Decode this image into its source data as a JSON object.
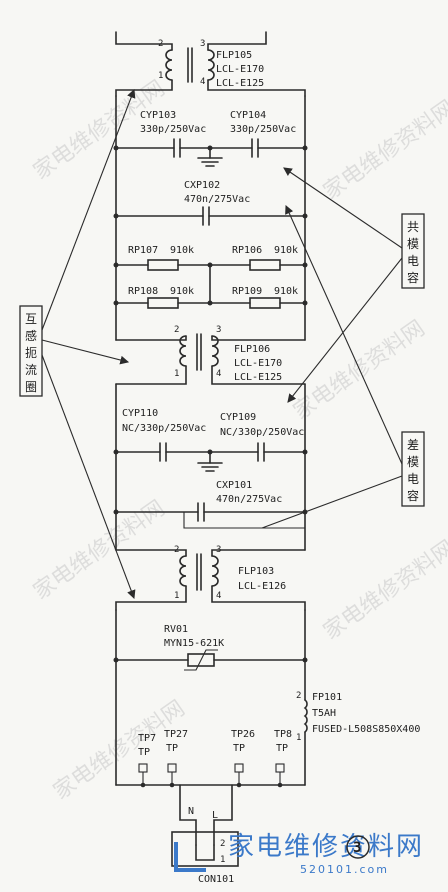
{
  "watermarks": [
    "家电维修资料网",
    "家电维修资料网",
    "家电维修资料网",
    "家电维修资料网",
    "家电维修资料网",
    "家电维修资料网"
  ],
  "brand": {
    "name": "家电维修资料网",
    "url": "520101.com"
  },
  "sheet_number": "3",
  "annotations": {
    "mutual_choke": [
      "互",
      "感",
      "扼",
      "流",
      "圈"
    ],
    "common_cap": [
      "共",
      "模",
      "电",
      "容"
    ],
    "diff_cap": [
      "差",
      "模",
      "电",
      "容"
    ]
  },
  "flp105": {
    "ref": "FLP105",
    "line1": "LCL-E170",
    "line2": "LCL-E125",
    "p1": "1",
    "p2": "2",
    "p3": "3",
    "p4": "4"
  },
  "cyp103": {
    "ref": "CYP103",
    "value": "330p/250Vac"
  },
  "cyp104": {
    "ref": "CYP104",
    "value": "330p/250Vac"
  },
  "cxp102": {
    "ref": "CXP102",
    "value": "470n/275Vac"
  },
  "rp107": {
    "ref": "RP107",
    "value": "910k"
  },
  "rp106": {
    "ref": "RP106",
    "value": "910k"
  },
  "rp108": {
    "ref": "RP108",
    "value": "910k"
  },
  "rp109": {
    "ref": "RP109",
    "value": "910k"
  },
  "flp106": {
    "ref": "FLP106",
    "line1": "LCL-E170",
    "line2": "LCL-E125",
    "p1": "1",
    "p2": "2",
    "p3": "3",
    "p4": "4"
  },
  "cyp110": {
    "ref": "CYP110",
    "value": "NC/330p/250Vac"
  },
  "cyp109": {
    "ref": "CYP109",
    "value": "NC/330p/250Vac"
  },
  "cxp101": {
    "ref": "CXP101",
    "value": "470n/275Vac"
  },
  "flp103": {
    "ref": "FLP103",
    "line1": "LCL-E126",
    "p1": "1",
    "p2": "2",
    "p3": "3",
    "p4": "4"
  },
  "rv01": {
    "ref": "RV01",
    "value": "MYN15-621K"
  },
  "fp101": {
    "ref": "FP101",
    "rating": "T5AH",
    "part": "FUSED-L508S850X400",
    "p1": "1",
    "p2": "2"
  },
  "testpoints": [
    {
      "ref": "TP7",
      "type": "TP"
    },
    {
      "ref": "TP27",
      "type": "TP"
    },
    {
      "ref": "TP26",
      "type": "TP"
    },
    {
      "ref": "TP8",
      "type": "TP"
    }
  ],
  "con101": {
    "ref": "CON101",
    "n_label": "N",
    "l_label": "L",
    "p1": "1",
    "p2": "2"
  }
}
